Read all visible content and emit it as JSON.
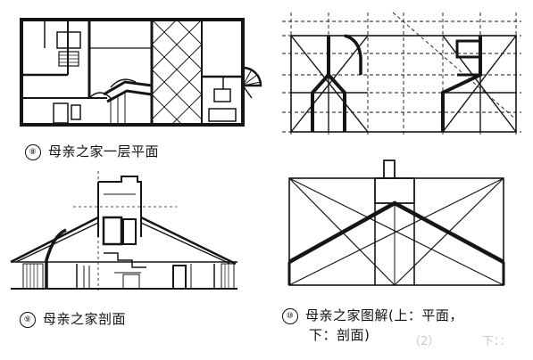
{
  "figures": [
    {
      "id": "f8",
      "number": "⑧",
      "caption": "母亲之家一层平面"
    },
    {
      "id": "f9",
      "number": "⑨",
      "caption": "母亲之家剖面"
    },
    {
      "id": "f10",
      "number": "⑩",
      "caption": "母亲之家图解(上：平面，",
      "caption_line2": "下：剖面)"
    }
  ],
  "watermark_left": "（2）",
  "watermark_right": "下：："
}
